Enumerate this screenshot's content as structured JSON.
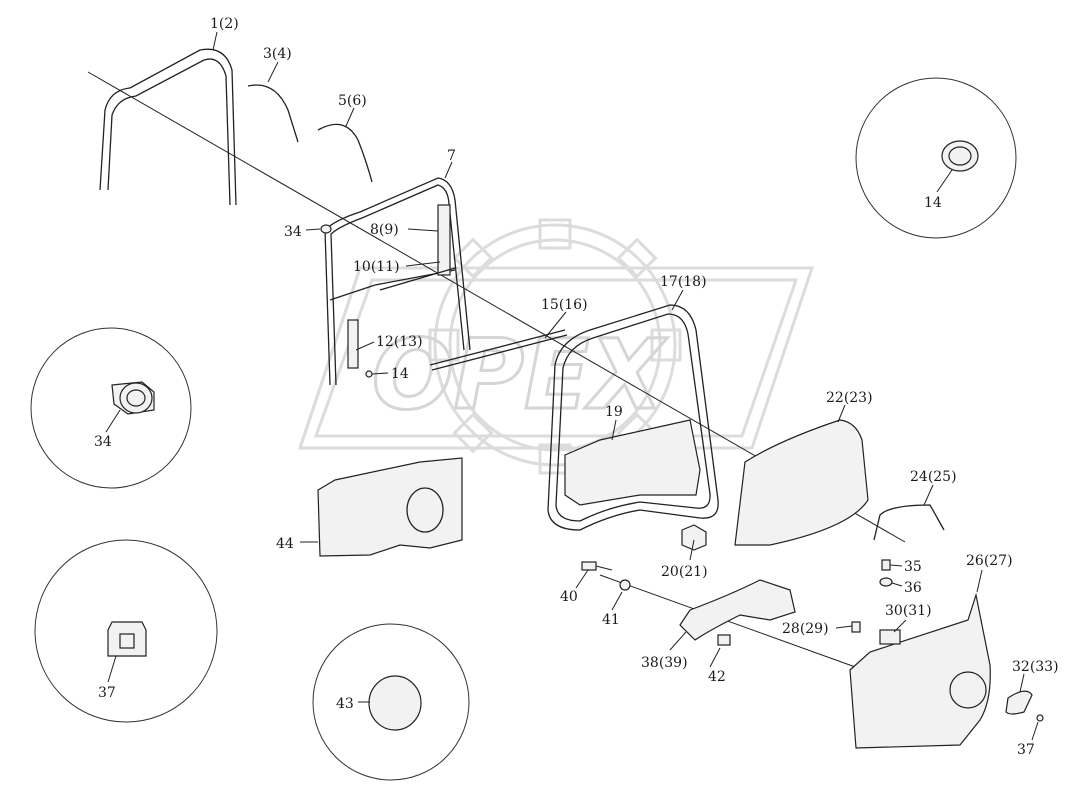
{
  "watermark": {
    "text": "OPEX"
  },
  "callouts": {
    "c1": "1(2)",
    "c3": "3(4)",
    "c5": "5(6)",
    "c7": "7",
    "c8": "8(9)",
    "c10": "10(11)",
    "c12": "12(13)",
    "c14a": "14",
    "c14b": "14",
    "c15": "15(16)",
    "c17": "17(18)",
    "c19": "19",
    "c20": "20(21)",
    "c22": "22(23)",
    "c24": "24(25)",
    "c26": "26(27)",
    "c28": "28(29)",
    "c30": "30(31)",
    "c32": "32(33)",
    "c34a": "34",
    "c34b": "34",
    "c35": "35",
    "c36": "36",
    "c37a": "37",
    "c37b": "37",
    "c38": "38(39)",
    "c40": "40",
    "c41": "41",
    "c42": "42",
    "c43": "43",
    "c44": "44"
  }
}
